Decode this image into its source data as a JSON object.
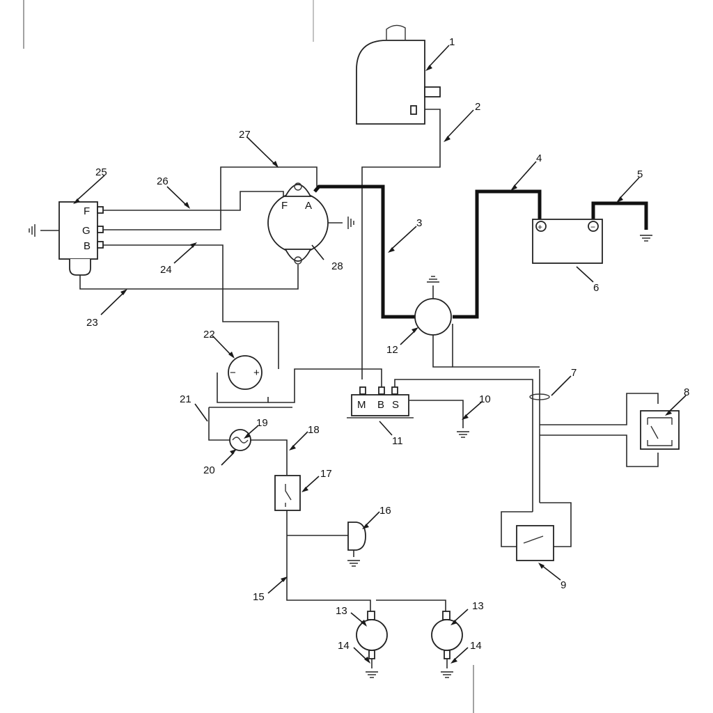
{
  "callouts": {
    "n1": "1",
    "n2": "2",
    "n3": "3",
    "n4": "4",
    "n5": "5",
    "n6": "6",
    "n7": "7",
    "n8": "8",
    "n9": "9",
    "n10": "10",
    "n11": "11",
    "n12": "12",
    "n13a": "13",
    "n13b": "13",
    "n14a": "14",
    "n14b": "14",
    "n15": "15",
    "n16": "16",
    "n17": "17",
    "n18": "18",
    "n19": "19",
    "n20": "20",
    "n21": "21",
    "n22": "22",
    "n23": "23",
    "n24": "24",
    "n25": "25",
    "n26": "26",
    "n27": "27",
    "n28": "28"
  },
  "terminals": {
    "regulator": {
      "f": "F",
      "g": "G",
      "b": "B"
    },
    "alternator": {
      "f": "F",
      "a": "A"
    },
    "starter_switch": {
      "m": "M",
      "b": "B",
      "s": "S"
    },
    "battery": {
      "pos": "+",
      "neg": "−"
    },
    "ammeter": {
      "neg": "−",
      "pos": "+"
    }
  }
}
